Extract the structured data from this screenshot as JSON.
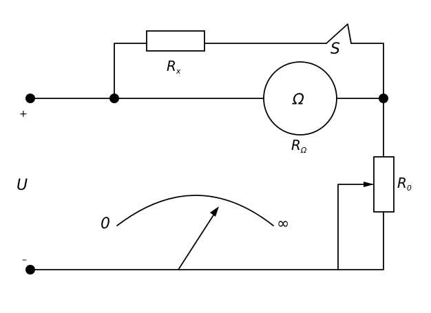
{
  "diagram": {
    "terminals": {
      "positive": "+",
      "negative": "–",
      "source": "U"
    },
    "resistor_x": {
      "main": "R",
      "sub": "x"
    },
    "switch": {
      "label": "S"
    },
    "ohmmeter": {
      "symbol": "Ω",
      "main": "R",
      "sub": "Ω"
    },
    "rheostat": {
      "main": "R",
      "sub": "0"
    },
    "scale": {
      "zero": "0",
      "infinity": "∞"
    }
  }
}
